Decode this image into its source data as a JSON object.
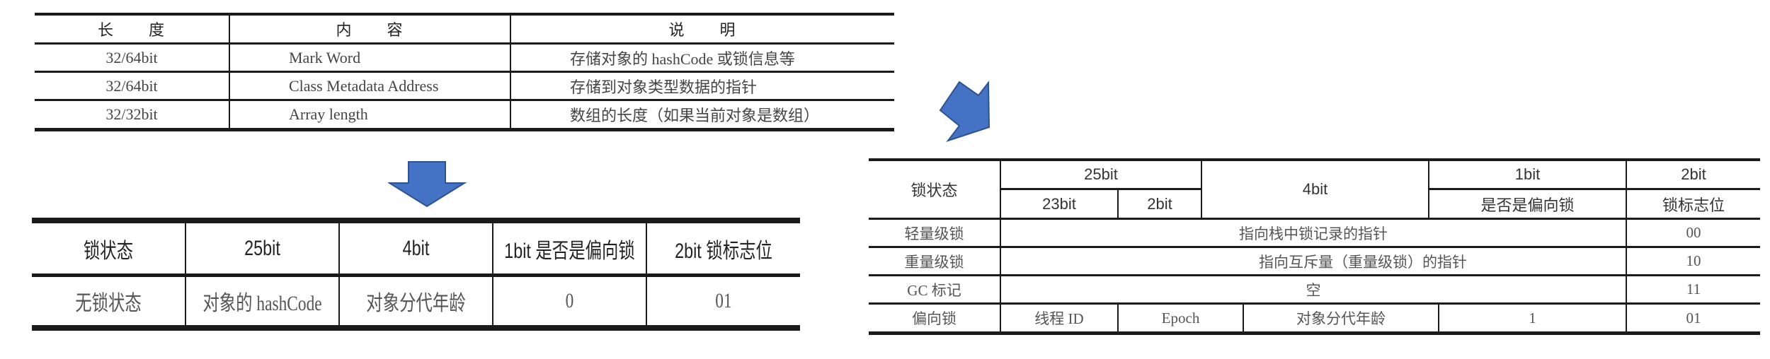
{
  "object_header_table": {
    "headers": [
      "长　　度",
      "内　　容",
      "说　　明"
    ],
    "rows": [
      {
        "length": "32/64bit",
        "content": "Mark Word",
        "description": "存储对象的 hashCode 或锁信息等"
      },
      {
        "length": "32/64bit",
        "content": "Class Metadata Address",
        "description": "存储到对象类型数据的指针"
      },
      {
        "length": "32/32bit",
        "content": "Array length",
        "description": "数组的长度（如果当前对象是数组）"
      }
    ]
  },
  "arrows": {
    "down": {
      "color": "#4472C4",
      "outline": "#2F528F",
      "icon": "arrow-down"
    },
    "diagonal": {
      "color": "#4472C4",
      "outline": "#2F528F",
      "icon": "arrow-down-right"
    }
  },
  "mark_word_unlocked_table": {
    "headers": [
      "锁状态",
      "25bit",
      "4bit",
      "1bit 是否是偏向锁",
      "2bit 锁标志位"
    ],
    "row": [
      "无锁状态",
      "对象的 hashCode",
      "对象分代年龄",
      "0",
      "01"
    ]
  },
  "mark_word_states_table": {
    "header": {
      "lock_state": "锁状态",
      "bits25": "25bit",
      "bits23": "23bit",
      "bits2a": "2bit",
      "bits4": "4bit",
      "bits1": "1bit",
      "bits1_desc": "是否是偏向锁",
      "bits2": "2bit",
      "bits2_desc": "锁标志位"
    },
    "rows": [
      {
        "state": "轻量级锁",
        "content": "指向栈中锁记录的指针",
        "flag": "00"
      },
      {
        "state": "重量级锁",
        "content": "指向互斥量（重量级锁）的指针",
        "flag": "10"
      },
      {
        "state": "GC 标记",
        "content": "空",
        "flag": "11"
      }
    ],
    "biased_row": {
      "state": "偏向锁",
      "thread_id": "线程 ID",
      "epoch": "Epoch",
      "age": "对象分代年龄",
      "biased": "1",
      "flag": "01"
    }
  }
}
